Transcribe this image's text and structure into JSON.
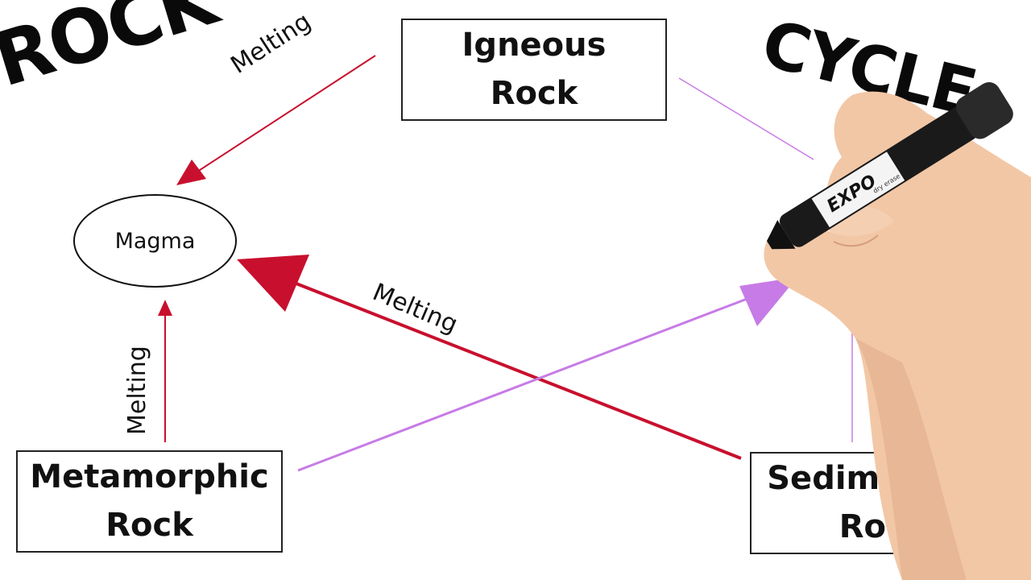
{
  "title": {
    "left": "ROCK",
    "right": "CYCLE"
  },
  "nodes": {
    "igneous": {
      "line1": "Igneous",
      "line2": "Rock"
    },
    "metamorphic": {
      "line1": "Metamorphic",
      "line2": "Rock"
    },
    "sedimentary": {
      "line1": "Sedimentary",
      "line2": "Rock"
    },
    "magma": "Magma"
  },
  "edge_labels": {
    "igneous_to_magma": "Melting",
    "sedimentary_to_magma": "Melting",
    "metamorphic_to_magma": "Melting"
  },
  "marker": {
    "brand": "EXPO",
    "subtext": "dry erase"
  },
  "colors": {
    "melting_arrow": "#c8102e",
    "purple_arrow": "#c77be6",
    "text": "#111111"
  }
}
